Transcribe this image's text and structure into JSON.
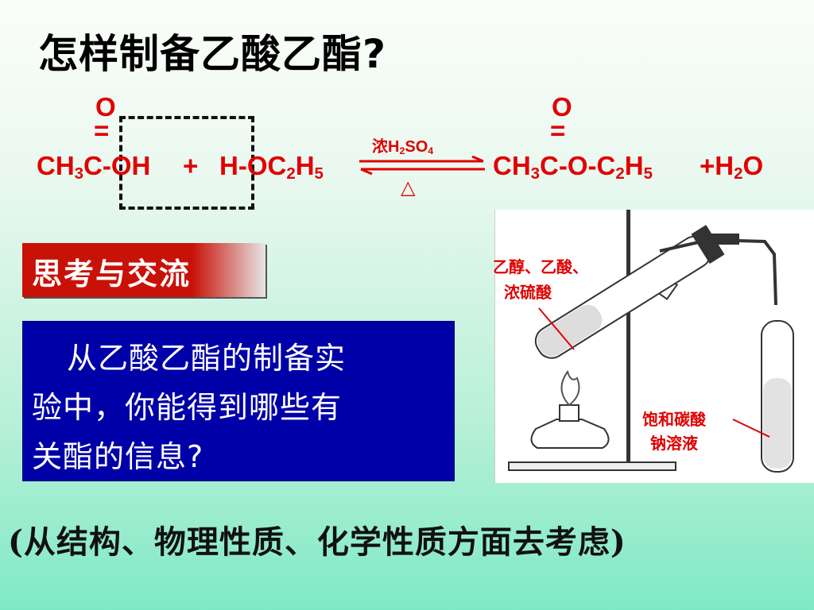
{
  "title": "怎样制备乙酸乙酯?",
  "reaction": {
    "o_left": "O",
    "dbl_left": "=",
    "ch3c": "CH",
    "sub3a": "3",
    "c_oh": "C-OH",
    "plus1": "+",
    "h_oc2h5": "H-OC",
    "sub2a": "2",
    "h5": "H",
    "sub5a": "5",
    "catalyst_a": "浓H",
    "cat_sub2": "2",
    "catalyst_b": "SO",
    "cat_sub4": "4",
    "heat": "△",
    "o_right": "O",
    "dbl_right": "=",
    "prod_ch": "CH",
    "sub3b": "3",
    "prod_c": "C-O-C",
    "sub2b": "2",
    "prod_h": "H",
    "sub5b": "5",
    "plus_h": "+H",
    "sub2c": "2",
    "o_end": "O"
  },
  "think_label": "思考与交流",
  "question_lines": [
    "从乙酸乙酯的制备实",
    "验中，你能得到哪些有",
    "关酯的信息?"
  ],
  "apparatus": {
    "label_reagents_1": "乙醇、乙酸、",
    "label_reagents_2": "浓硫酸",
    "label_solution_1": "饱和碳酸",
    "label_solution_2": "钠溶液"
  },
  "bottom_hint": "(从结构、物理性质、化学性质方面去考虑)",
  "colors": {
    "red": "#e00000",
    "blue_box": "#0000a8",
    "think_box": "#c81208"
  }
}
